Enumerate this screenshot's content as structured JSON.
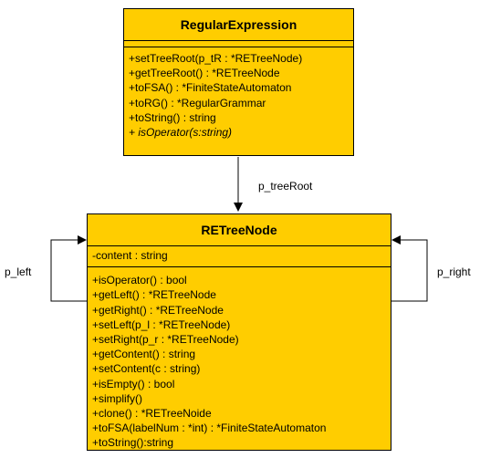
{
  "regex_class": {
    "name": "RegularExpression",
    "operations": [
      {
        "text": "+setTreeRoot(p_tR : *RETreeNode)",
        "abstract": false
      },
      {
        "text": "+getTreeRoot() : *RETreeNode",
        "abstract": false
      },
      {
        "text": "+toFSA() : *FiniteStateAutomaton",
        "abstract": false
      },
      {
        "text": "+toRG() : *RegularGrammar",
        "abstract": false
      },
      {
        "text": "+toString() : string",
        "abstract": false
      },
      {
        "text": "+ isOperator(s:string)",
        "abstract": true
      }
    ]
  },
  "node_class": {
    "name": "RETreeNode",
    "attributes": [
      "-content : string"
    ],
    "operations": [
      "+isOperator() : bool",
      "+getLeft() : *RETreeNode",
      "+getRight() : *RETreeNode",
      "+setLeft(p_l : *RETreeNode)",
      "+setRight(p_r : *RETreeNode)",
      "+getContent() : string",
      "+setContent(c : string)",
      "+isEmpty() : bool",
      "+simplify()",
      "+clone() : *RETreeNoide",
      "+toFSA(labelNum : *int) : *FiniteStateAutomaton",
      "+toString():string"
    ]
  },
  "associations": {
    "tree_root": "p_treeRoot",
    "left": "p_left",
    "right": "p_right"
  },
  "colors": {
    "class_fill": "#ffcd00",
    "stroke": "#000000",
    "background": "#ffffff"
  }
}
